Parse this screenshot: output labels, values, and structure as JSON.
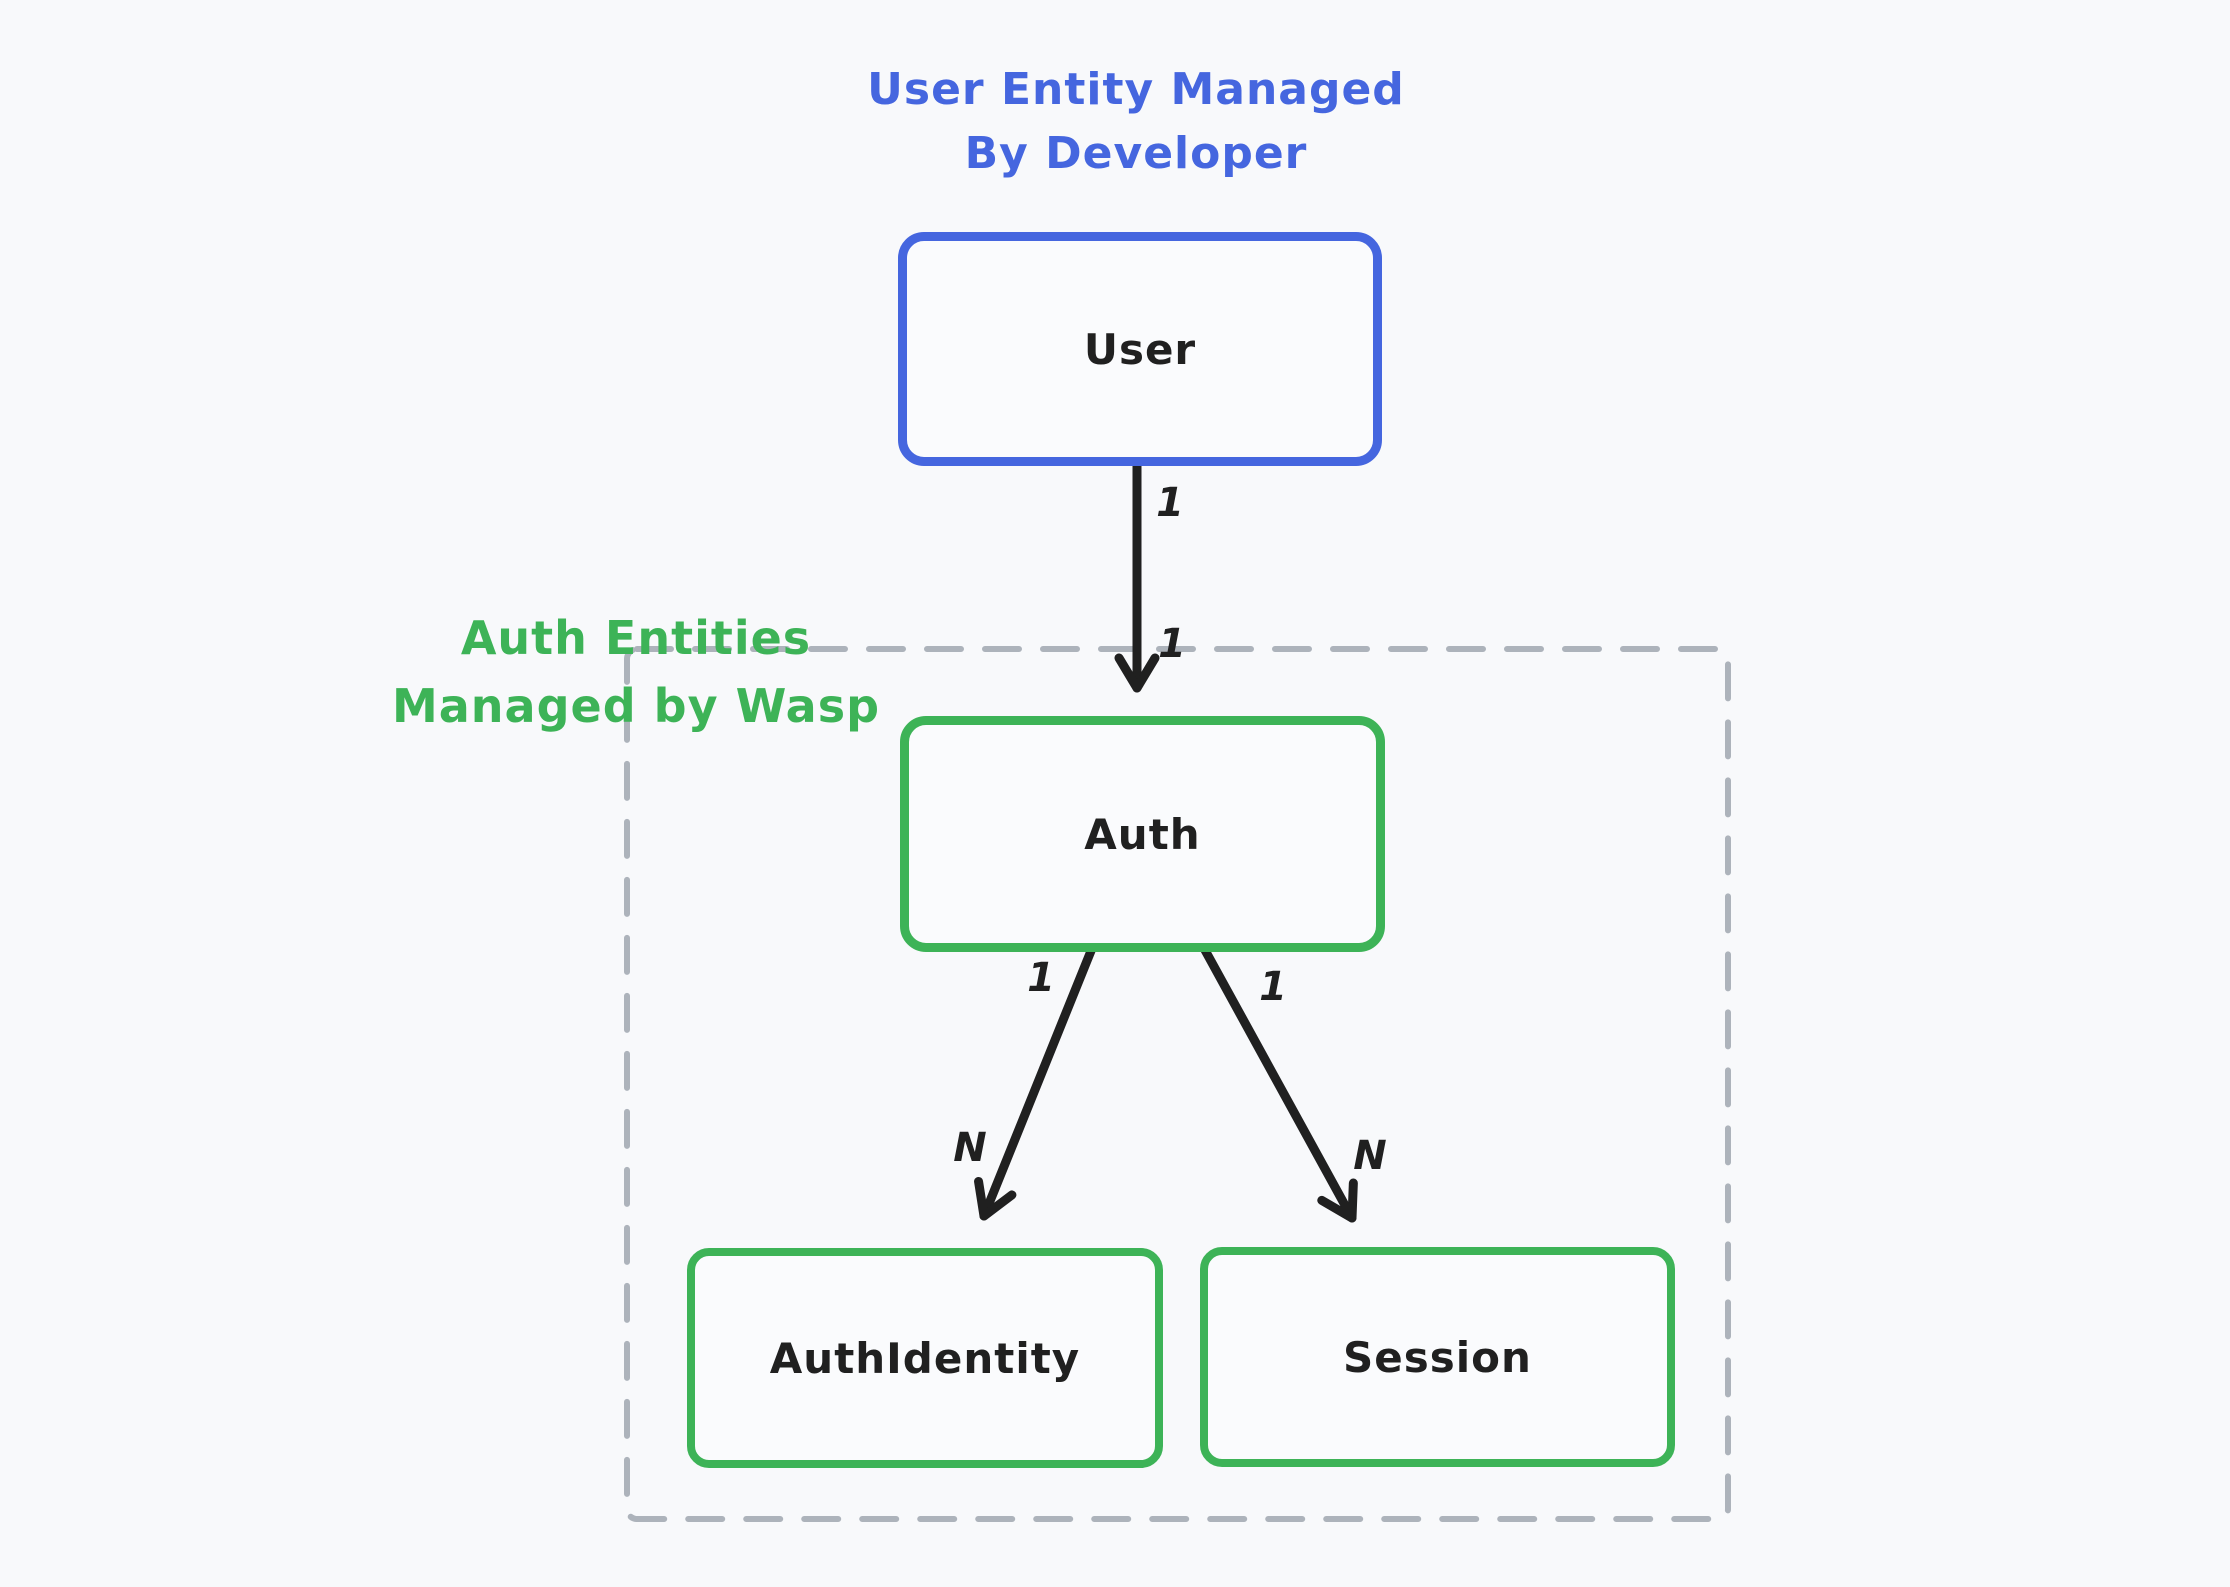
{
  "diagram": {
    "title": {
      "line1": "User Entity Managed",
      "line2": "By Developer"
    },
    "group": {
      "label_line1": "Auth Entities",
      "label_line2": "Managed by Wasp"
    },
    "nodes": {
      "user": {
        "label": "User"
      },
      "auth": {
        "label": "Auth"
      },
      "auth_identity": {
        "label": "AuthIdentity"
      },
      "session": {
        "label": "Session"
      }
    },
    "edges": {
      "user_auth": {
        "source_label": "1",
        "target_label": "1"
      },
      "auth_auth_identity": {
        "source_label": "1",
        "target_label": "N"
      },
      "auth_session": {
        "source_label": "1",
        "target_label": "N"
      }
    }
  },
  "colors": {
    "blue": "#4566df",
    "green": "#3db357",
    "dash": "#adb3bb",
    "ink": "#202020",
    "background": "#f8f9fb"
  }
}
